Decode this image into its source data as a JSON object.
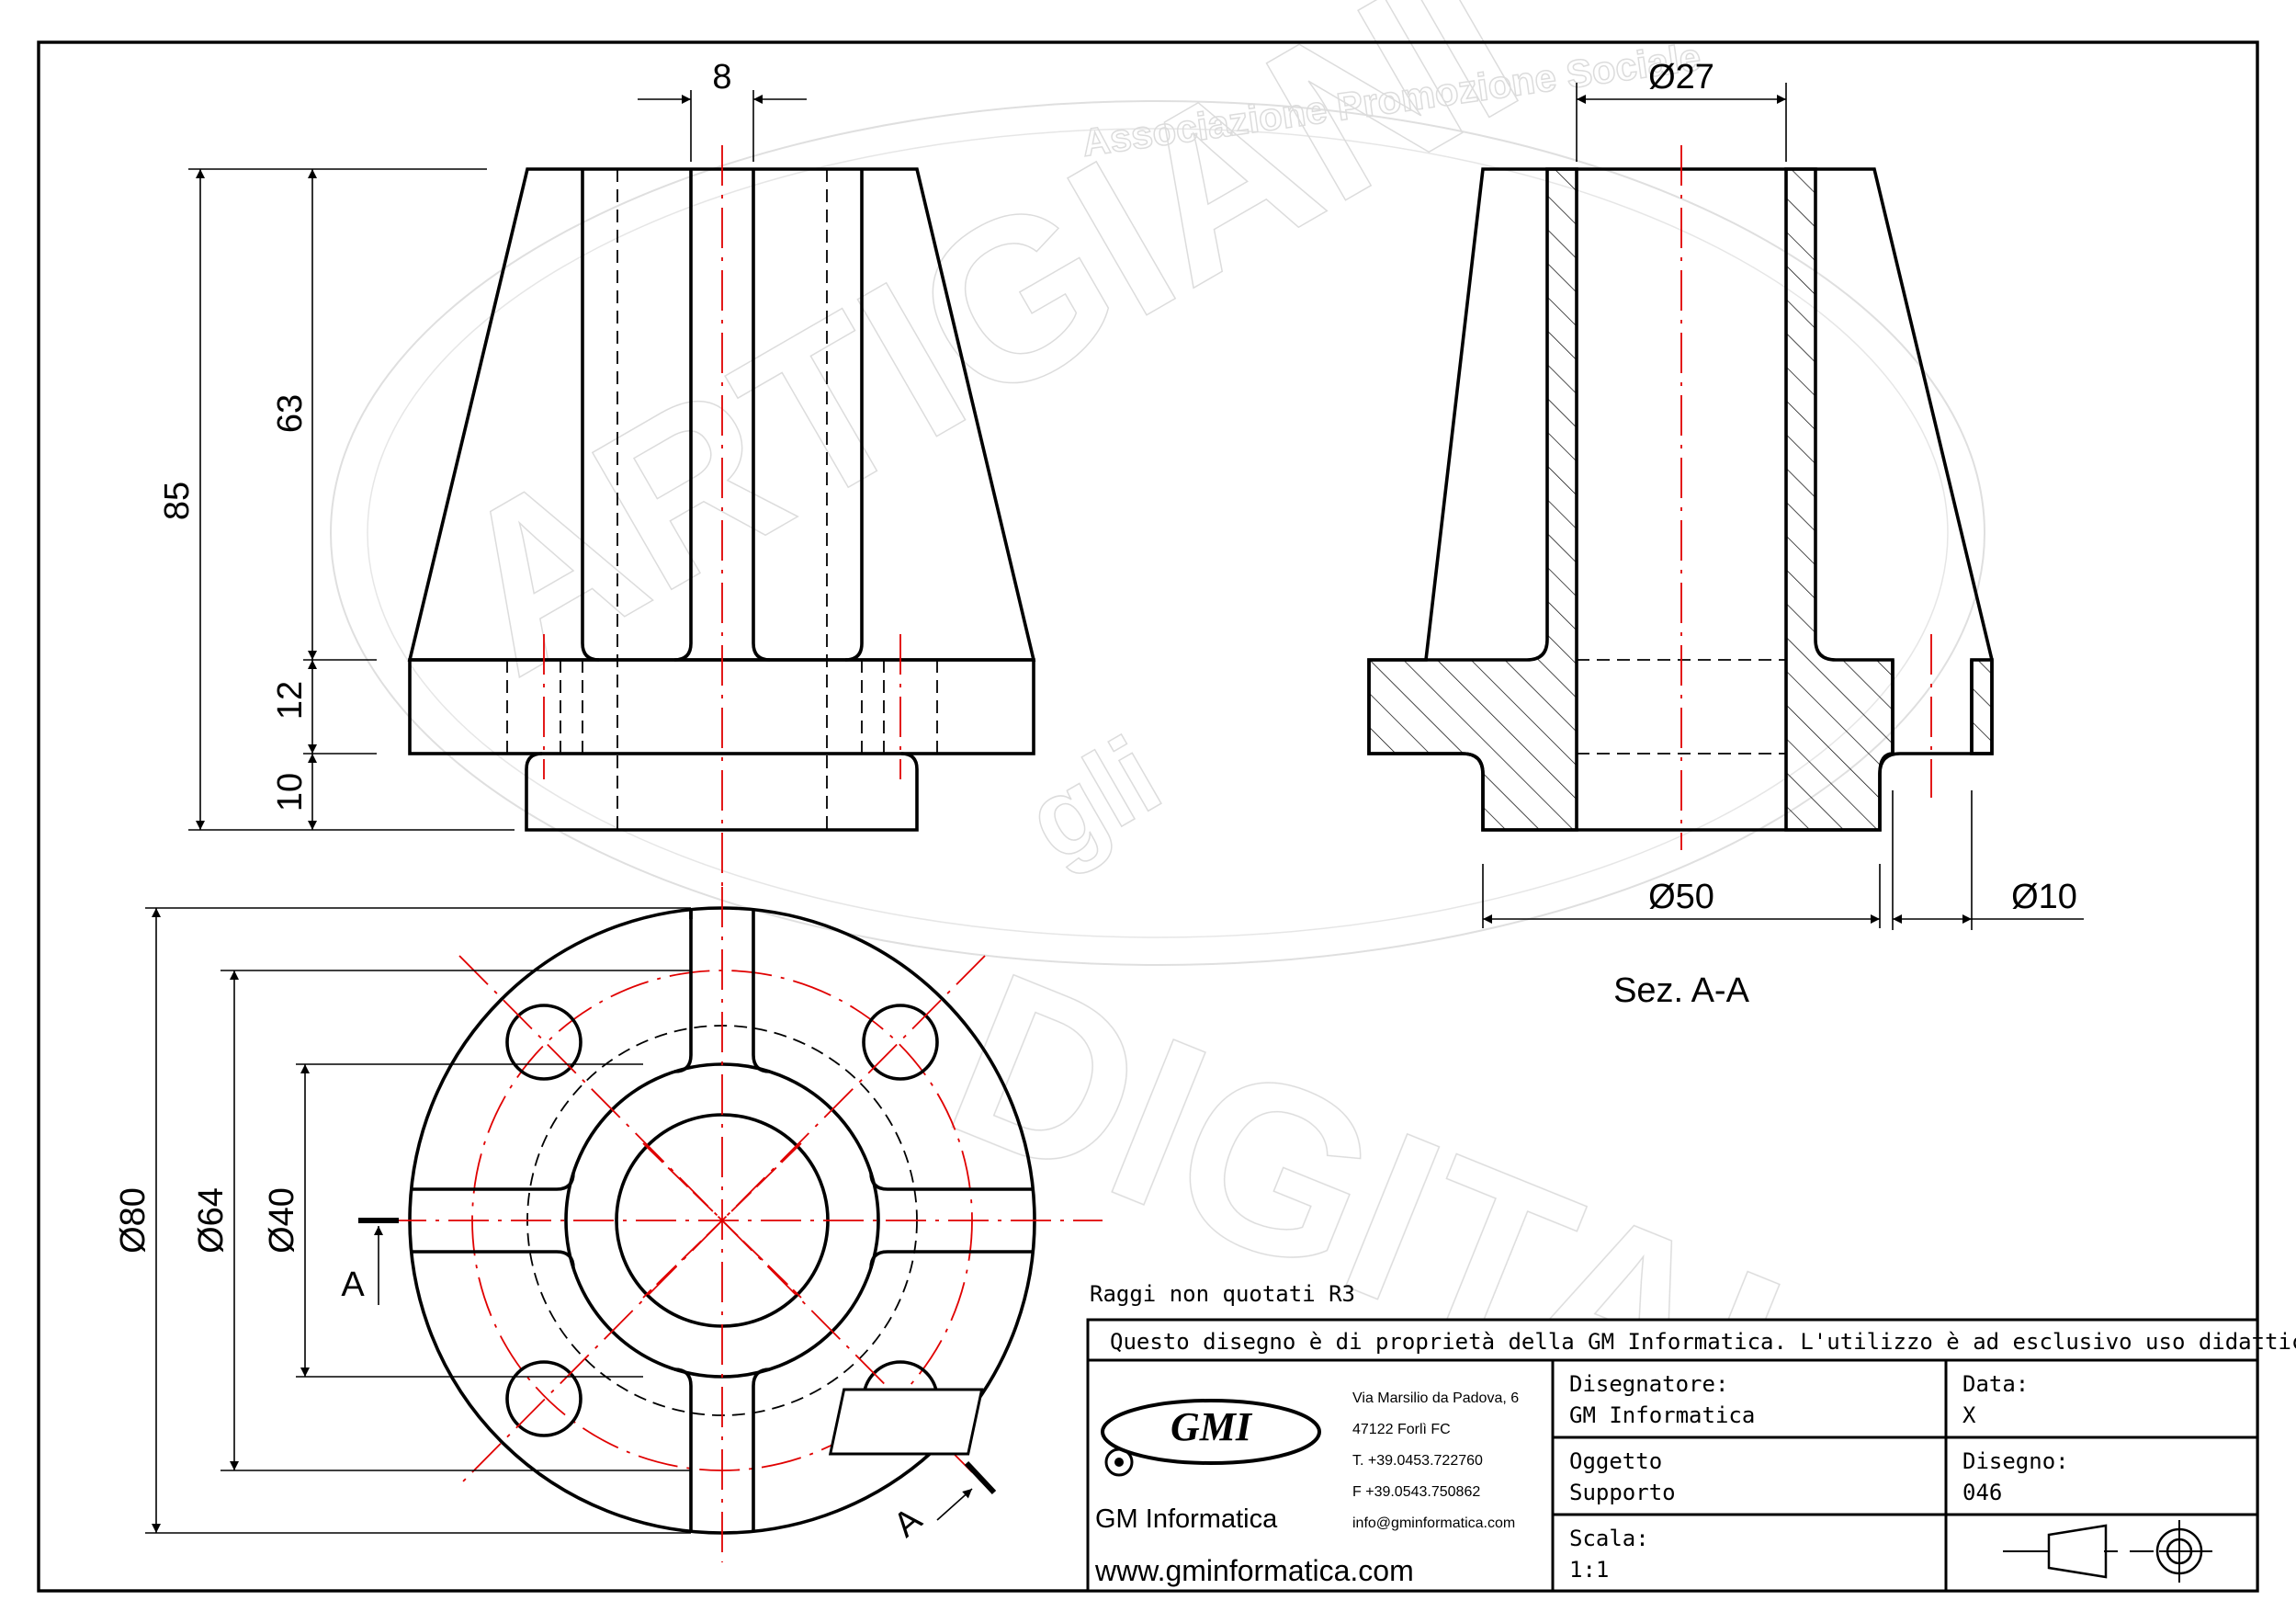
{
  "watermark": {
    "org_text": "Associazione Promozione Sociale",
    "big_text": "ARTIGIANI",
    "small_text": "gli",
    "bottom_text": "DIGITALI"
  },
  "dimensions": {
    "width_rib": "8",
    "bore_section": "Ø27",
    "height_total": "85",
    "height_cone": "63",
    "height_flange": "12",
    "height_spigot": "10",
    "dia_spigot": "Ø50",
    "dia_hole": "Ø10",
    "dia_outer": "Ø80",
    "dia_pcd": "Ø64",
    "dia_hub": "Ø40"
  },
  "section": {
    "label": "Sez. A-A",
    "mark_letter": "A"
  },
  "note": "Raggi  non  quotati  R3",
  "title_block": {
    "ownership": "Questo  disegno  è  di  proprietà  della  GM  Informatica.  L'utilizzo  è  ad  esclusivo  uso  didattico.",
    "logo_text": "GMI",
    "company_name": "GM Informatica",
    "address_1": "Via Marsilio da Padova, 6",
    "address_2": "47122  Forlì  FC",
    "phone": "T. +39.0453.722760",
    "fax": "F +39.0543.750862",
    "email": "info@gminformatica.com",
    "website": "www.gminformatica.com",
    "designer_label": "Disegnatore:",
    "designer_value": "GM  Informatica",
    "object_label": "Oggetto",
    "object_value": "Supporto",
    "scale_label": "Scala:",
    "scale_value": "1:1",
    "date_label": "Data:",
    "date_value": "X",
    "drawing_label": "Disegno:",
    "drawing_value": "046"
  },
  "icons": {
    "projection": "first-angle-projection-icon"
  },
  "colors": {
    "outline": "#000000",
    "centerline": "#e00000",
    "watermark": "#d8d8d8"
  }
}
